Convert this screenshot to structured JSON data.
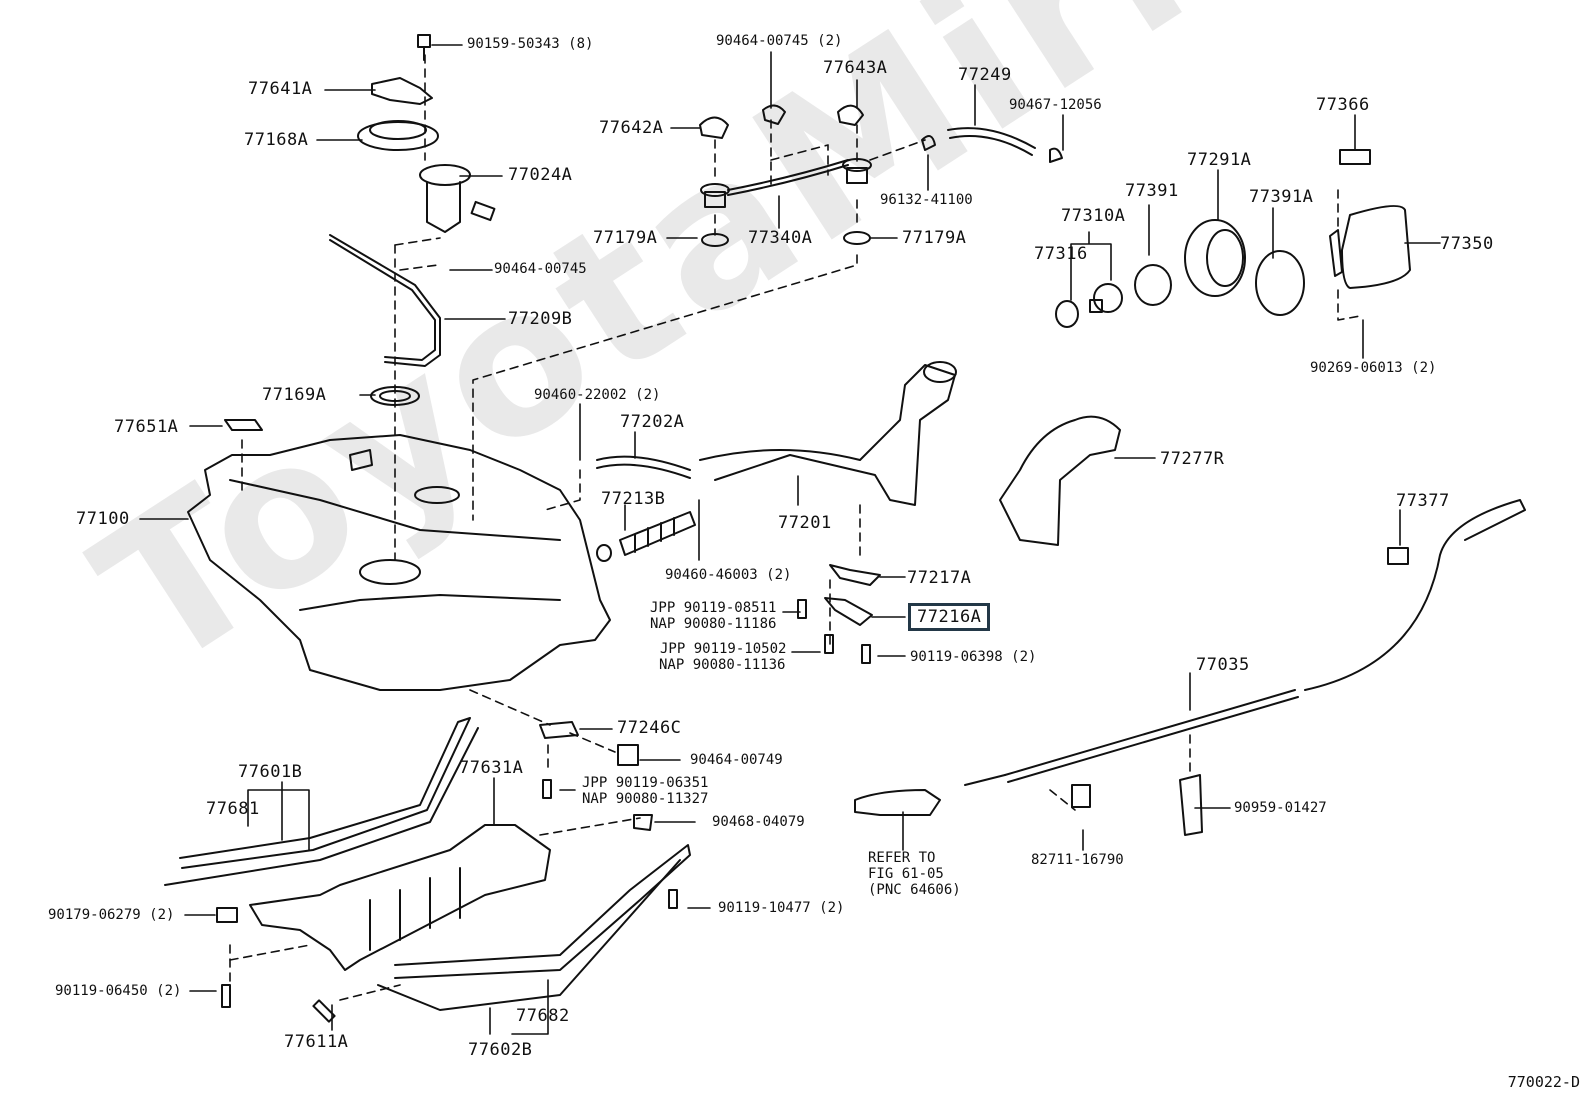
{
  "diagram": {
    "title": "Fuel Tank & Tube Exploded View",
    "figure_code": "770022-D",
    "watermark": "ToyotaMirror.ru",
    "highlighted_part": "77216A",
    "highlight_color": "#233847"
  },
  "labels": {
    "p90159_50343": "90159-50343 (8)",
    "p77641A": "77641A",
    "p77168A": "77168A",
    "p77024A": "77024A",
    "p90464_00745": "90464-00745",
    "p77209B": "77209B",
    "p77169A": "77169A",
    "p77651A": "77651A",
    "p77100": "77100",
    "p90464_00745_2": "90464-00745 (2)",
    "p77643A": "77643A",
    "p77642A": "77642A",
    "p77179A_l": "77179A",
    "p77340A": "77340A",
    "p77179A_r": "77179A",
    "p77249": "77249",
    "p90467_12056": "90467-12056",
    "p96132_41100": "96132-41100",
    "p77366": "77366",
    "p77291A": "77291A",
    "p77391": "77391",
    "p77391A": "77391A",
    "p77310A": "77310A",
    "p77316": "77316",
    "p77350": "77350",
    "p90269_06013": "90269-06013 (2)",
    "p90460_22002": "90460-22002 (2)",
    "p77202A": "77202A",
    "p77213B": "77213B",
    "p77201": "77201",
    "p90460_46003": "90460-46003 (2)",
    "p77277R": "77277R",
    "p77217A": "77217A",
    "p77216A": "77216A",
    "jpp1": "JPP 90119-08511",
    "nap1": "NAP 90080-11186",
    "jpp2": "JPP 90119-10502",
    "nap2": "NAP 90080-11136",
    "p90119_06398": "90119-06398 (2)",
    "p77377": "77377",
    "p77035": "77035",
    "p77246C": "77246C",
    "p90464_00749": "90464-00749",
    "jpp3": "JPP 90119-06351",
    "nap3": "NAP 90080-11327",
    "p90468_04079": "90468-04079",
    "p77601B": "77601B",
    "p77681": "77681",
    "p77631A": "77631A",
    "p90179_06279": "90179-06279 (2)",
    "p90119_06450": "90119-06450 (2)",
    "p77611A": "77611A",
    "p77682": "77682",
    "p77602B": "77602B",
    "p90119_10477": "90119-10477 (2)",
    "refer": "REFER TO\nFIG 61-05\n(PNC 64606)",
    "p82711_16790": "82711-16790",
    "p90959_01427": "90959-01427"
  }
}
